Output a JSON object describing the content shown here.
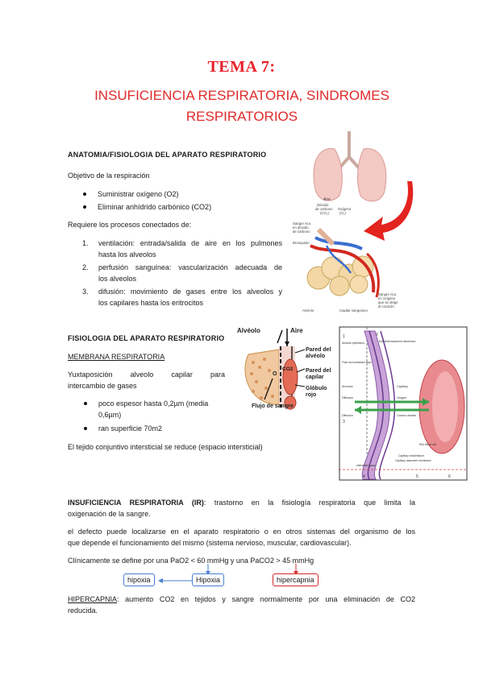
{
  "header": {
    "title": "TEMA 7:",
    "subtitle_line1": "INSUFICIENCIA RESPIRATORIA, SINDROMES",
    "subtitle_line2": "RESPIRATORIOS"
  },
  "section1": {
    "heading": "ANATOMIA/FISIOLOGIA DEL APARATO RESPIRATORIO",
    "objective": "Objetivo de la respiración",
    "bullets": [
      "Suministrar oxígeno (O2)",
      "Eliminar anhídrido carbónico (CO2)"
    ],
    "requires": "Requiere los procesos conectados de:",
    "items": [
      {
        "num": "1.",
        "line1": "ventilación: entrada/salida de aire en los pulmones",
        "line2": "hasta los alveolos"
      },
      {
        "num": "2.",
        "line1": "perfusión sanguínea: vascularización adecuada de",
        "line2": "los alveolos"
      },
      {
        "num": "3.",
        "line1": "difusión: movimiento de gases entre los alveolos y",
        "line2": "los capilares hasta los eritrocitos"
      }
    ]
  },
  "lung_figure": {
    "aire": "Aire",
    "co2_label": "Dióxido\nde carbono\n(CO₂)",
    "o2_label": "Oxígeno\n(O₂)",
    "sangre_co2": "Sangre rica\nen dióxido\nde carbono",
    "bronquiolo": "Bronquiolo",
    "sangre_o2": "Sangre rica\nen oxígeno\nque se dirige\nal corazón",
    "alveolo": "Alvéolo",
    "capilar": "Capilar sanguíneo"
  },
  "section2": {
    "heading": "FISIOLOGIA DEL APARATO RESPIRATORIO",
    "subheading": "MEMBRANA RESPIRATORIA",
    "para_line1": "Yuxtaposición alveolo capilar para",
    "para_line2": "intercambio de gases",
    "bullets": [
      {
        "line1": "poco espesor hasta 0,2µm (media",
        "line2": "0,6µm)"
      },
      {
        "line1": "ran superficie 70m2",
        "line2": ""
      }
    ],
    "tissue": "El tejido conjuntivo intersticial se reduce (espacio intersticial)"
  },
  "alveolus_figure": {
    "alveolo": "Alvéolo",
    "aire": "Aire",
    "o2": "O",
    "co2": "CO2",
    "pared_alveolo": "Pared del\nalvéolo",
    "pared_capilar": "Pared del\ncapilar",
    "globulo": "Glóbulo\nrojo",
    "flujo": "Flujo de sangre"
  },
  "membrane_figure": {
    "labels_left": [
      "Alveolar epithelium",
      "Fluid and surfactant layer",
      "Alveolus",
      "Diffusion",
      "Diffusion"
    ],
    "labels_mid": [
      "Epithelial basement membrane",
      "Capillary",
      "Oxygen",
      "Carbon dioxide",
      "Red blood cell"
    ],
    "labels_bottom": [
      "Capillary endothelium",
      "Capillary basement membrane",
      "Interstitial space"
    ],
    "numbers": [
      "1",
      "2",
      "3",
      "4",
      "5",
      "6"
    ]
  },
  "section3": {
    "ir_bold": "INSUFICIENCIA RESPIRATORIA (IR)",
    "ir_line1": ": trastorno en la fisiología respiratoria que limita la",
    "ir_line2": "oxigenación de la sangre.",
    "defect_line1": "el defecto puede localizarse en el aparato respiratorio o en otros sistemas del organismo de los",
    "defect_line2": "que depende el funcionamiento del mismo (sistema nervioso, muscular, cardiovascular).",
    "clinical": "Clínicamente se define por una PaO2 < 60 mmHg y una PaCO2 > 45 mmHg",
    "box_hipoxia": "hipoxia",
    "box_Hipoxia": "Hipoxia",
    "box_hipercapnia": "hipercapnia",
    "hiper_label": "HIPERCAPNIA",
    "hiper_line1": ": aumento CO2 en tejidos y sangre normalmente por una eliminación de CO2",
    "hiper_line2": "reducida."
  },
  "colors": {
    "title": "#e8202a",
    "box_blue": "#4a7fd0",
    "box_red": "#d42a2a"
  }
}
